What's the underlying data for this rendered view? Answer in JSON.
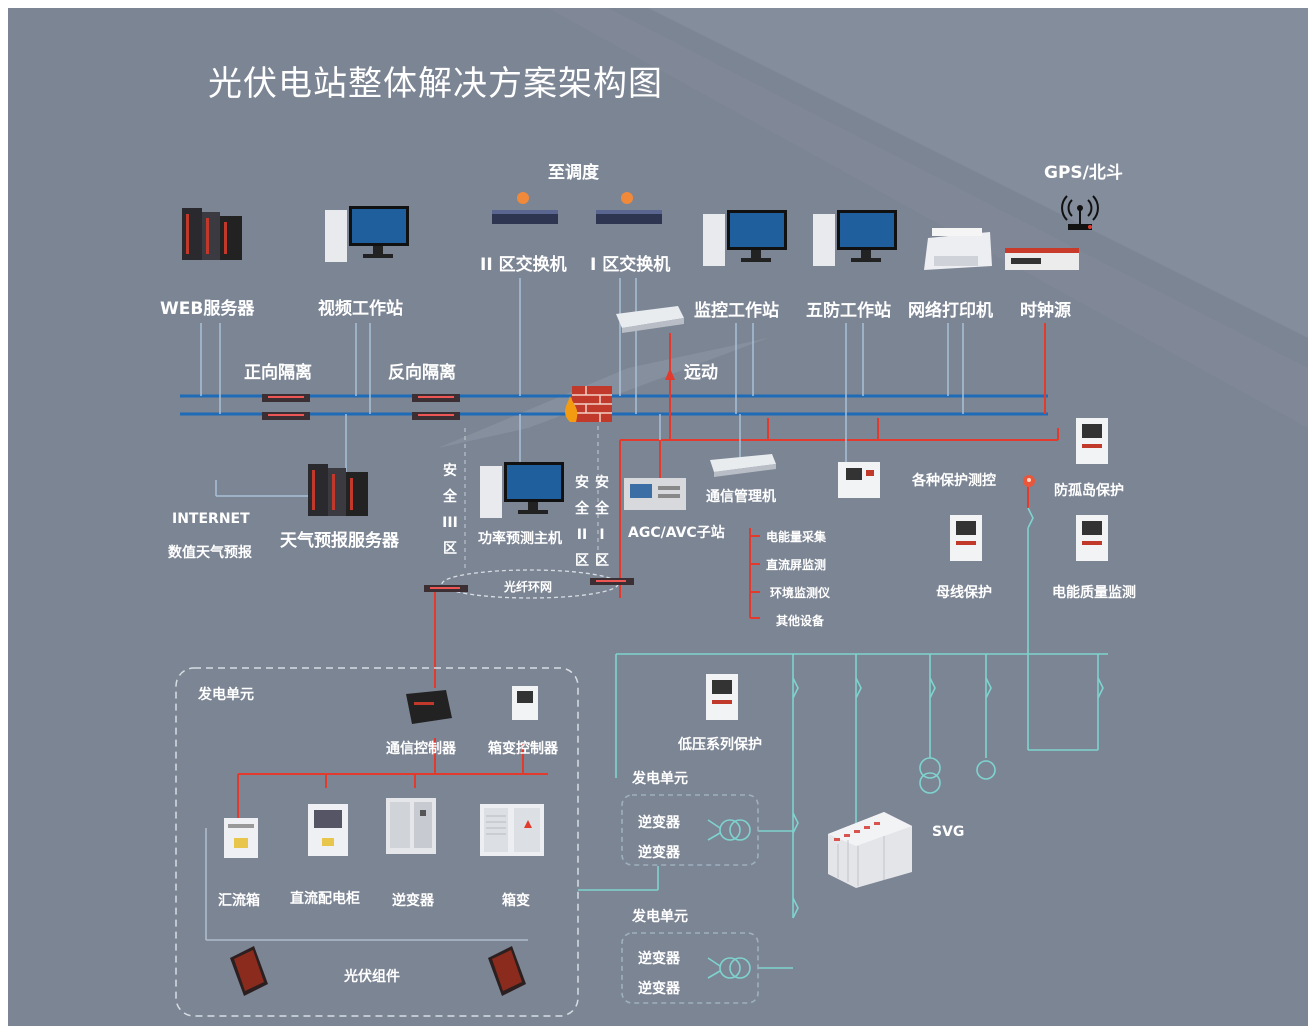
{
  "title": "光伏电站整体解决方案架构图",
  "colors": {
    "background": "#7c8594",
    "bus_blue": "#1e6bb8",
    "signal_red": "#e23b2e",
    "line_light": "#a8c0d8",
    "ac_line": "#7fd3cf"
  },
  "top": {
    "dispatch": "至调度",
    "gps": "GPS/北斗",
    "web_server": "WEB服务器",
    "video_station": "视频工作站",
    "switch2": "II 区交换机",
    "switch1": "I 区交换机",
    "monitor_station": "监控工作站",
    "five_defense": "五防工作站",
    "printer": "网络打印机",
    "clock": "时钟源",
    "forward_iso": "正向隔离",
    "reverse_iso": "反向隔离",
    "remote": "远动"
  },
  "middle": {
    "internet": "INTERNET",
    "nwp": "数值天气预报",
    "weather_server": "天气预报服务器",
    "zone3": "安全III区",
    "power_forecast": "功率预测主机",
    "zone2": "安全II区",
    "zone1": "安全I区",
    "agc": "AGC/AVC子站",
    "comm_manager": "通信管理机",
    "protections": "各种保护测控",
    "anti_island": "防孤岛保护",
    "energy_collect": "电能量采集",
    "dc_monitor": "直流屏监测",
    "env_monitor": "环境监测仪",
    "other": "其他设备",
    "bus_protect": "母线保护",
    "power_quality": "电能质量监测",
    "fiber_ring": "光纤环网"
  },
  "unit": {
    "title": "发电单元",
    "comm_ctrl": "通信控制器",
    "box_ctrl": "箱变控制器",
    "combiner": "汇流箱",
    "dc_cabinet": "直流配电柜",
    "inverter": "逆变器",
    "box_transformer": "箱变",
    "pv_module": "光伏组件"
  },
  "right_bottom": {
    "lv_protect": "低压系列保护",
    "unit_a_title": "发电单元",
    "unit_a_inv1": "逆变器",
    "unit_a_inv2": "逆变器",
    "unit_b_title": "发电单元",
    "unit_b_inv1": "逆变器",
    "unit_b_inv2": "逆变器",
    "svg": "SVG"
  },
  "icons": [
    "server-rack-icon",
    "workstation-icon",
    "switch-icon",
    "printer-icon",
    "clock-source-icon",
    "antenna-icon",
    "firewall-icon",
    "isolator-icon",
    "protection-relay-icon",
    "inverter-cabinet-icon",
    "box-transformer-icon",
    "pv-panel-icon",
    "transformer-symbol-icon",
    "breaker-symbol-icon"
  ]
}
